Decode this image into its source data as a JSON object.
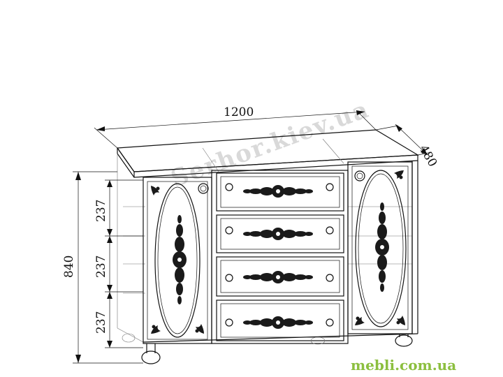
{
  "dimensions": {
    "width": "1200",
    "depth": "480",
    "height": "840",
    "section_1": "237",
    "section_2": "237",
    "section_3": "237"
  },
  "watermark": "Serhor.kiev.ua",
  "brand": "mebli.com.ua",
  "colors": {
    "line": "#111111",
    "brand": "#8cbf3f",
    "watermark": "#d9d9d9"
  }
}
